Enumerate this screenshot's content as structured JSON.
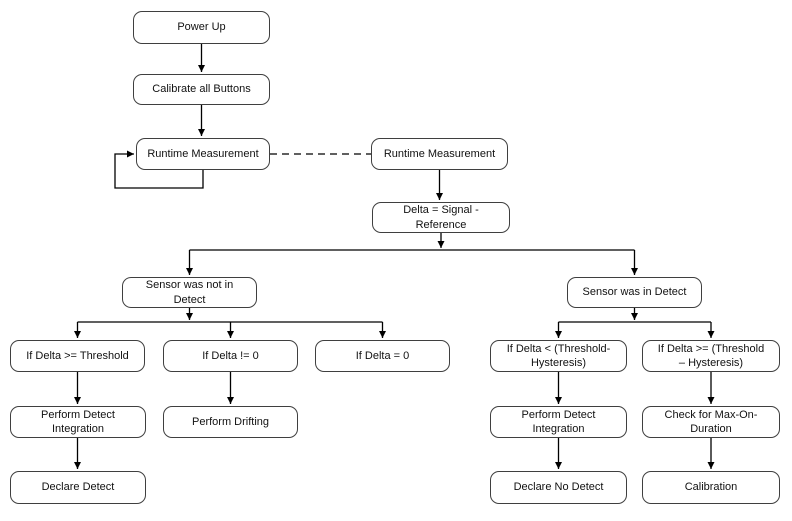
{
  "diagram": {
    "type": "flowchart",
    "colors": {
      "background": "#ffffff",
      "box_fill": "#ffffff",
      "box_border": "#3f3f3f",
      "connector": "#000000",
      "text": "#111111"
    },
    "nodes": {
      "power_up": {
        "label": "Power Up"
      },
      "calibrate": {
        "label": "Calibrate all Buttons"
      },
      "runtime_left": {
        "label": "Runtime Measurement"
      },
      "runtime_right": {
        "label": "Runtime Measurement"
      },
      "delta": {
        "label": "Delta = Signal -\nReference"
      },
      "sensor_not": {
        "label": "Sensor was not in\nDetect"
      },
      "sensor_in": {
        "label": "Sensor was in Detect"
      },
      "if_ge_threshold": {
        "label": "If Delta >= Threshold"
      },
      "if_ne_zero": {
        "label": "If Delta != 0"
      },
      "if_eq_zero": {
        "label": "If Delta = 0"
      },
      "if_lt_hyst": {
        "label": "If Delta < (Threshold-\nHysteresis)"
      },
      "if_ge_hyst": {
        "label": "If Delta >= (Threshold\n– Hysteresis)"
      },
      "perform_int_left": {
        "label": "Perform Detect\nIntegration"
      },
      "perform_drift": {
        "label": "Perform Drifting"
      },
      "perform_int_right": {
        "label": "Perform Detect\nIntegration"
      },
      "check_max": {
        "label": "Check for Max-On-\nDuration"
      },
      "declare_detect": {
        "label": "Declare Detect"
      },
      "declare_no_detect": {
        "label": "Declare No Detect"
      },
      "calibration": {
        "label": "Calibration"
      }
    },
    "edges": [
      {
        "from": "power_up",
        "to": "calibrate",
        "style": "solid-arrow"
      },
      {
        "from": "calibrate",
        "to": "runtime_left",
        "style": "solid-arrow"
      },
      {
        "from": "runtime_left",
        "to": "runtime_left",
        "style": "self-loop-arrow"
      },
      {
        "from": "runtime_left",
        "to": "runtime_right",
        "style": "dashed"
      },
      {
        "from": "runtime_right",
        "to": "delta",
        "style": "solid-arrow"
      },
      {
        "from": "delta",
        "to": "sensor_not",
        "style": "solid-arrow"
      },
      {
        "from": "delta",
        "to": "sensor_in",
        "style": "solid-arrow"
      },
      {
        "from": "sensor_not",
        "to": "if_ge_threshold",
        "style": "solid-arrow"
      },
      {
        "from": "sensor_not",
        "to": "if_ne_zero",
        "style": "solid-arrow"
      },
      {
        "from": "sensor_not",
        "to": "if_eq_zero",
        "style": "solid-arrow"
      },
      {
        "from": "sensor_in",
        "to": "if_lt_hyst",
        "style": "solid-arrow"
      },
      {
        "from": "sensor_in",
        "to": "if_ge_hyst",
        "style": "solid-arrow"
      },
      {
        "from": "if_ge_threshold",
        "to": "perform_int_left",
        "style": "solid-arrow"
      },
      {
        "from": "perform_int_left",
        "to": "declare_detect",
        "style": "solid-arrow"
      },
      {
        "from": "if_ne_zero",
        "to": "perform_drift",
        "style": "solid-arrow"
      },
      {
        "from": "if_lt_hyst",
        "to": "perform_int_right",
        "style": "solid-arrow"
      },
      {
        "from": "perform_int_right",
        "to": "declare_no_detect",
        "style": "solid-arrow"
      },
      {
        "from": "if_ge_hyst",
        "to": "check_max",
        "style": "solid-arrow"
      },
      {
        "from": "check_max",
        "to": "calibration",
        "style": "solid-arrow"
      }
    ]
  }
}
